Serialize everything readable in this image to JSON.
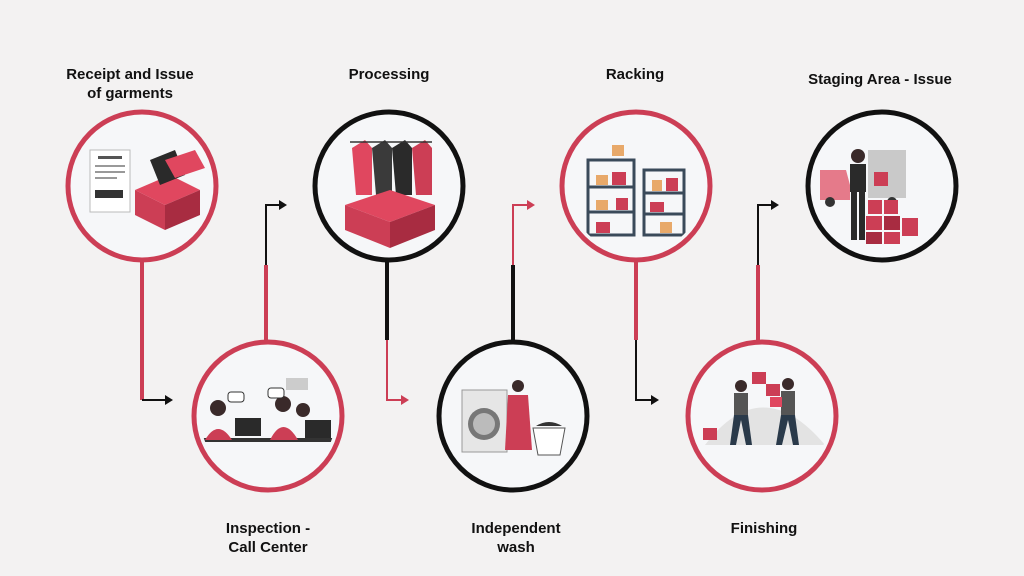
{
  "colors": {
    "red": "#cc3e55",
    "black": "#111111",
    "circle_fill": "#f6f7f9",
    "background": "#f3f2f2"
  },
  "steps": [
    {
      "id": "receipt",
      "label": "Receipt and Issue\nof garments",
      "ring": "red",
      "icon": "receipt-box-icon"
    },
    {
      "id": "inspection",
      "label": "Inspection -\nCall Center",
      "ring": "red",
      "icon": "call-center-icon"
    },
    {
      "id": "processing",
      "label": "Processing",
      "ring": "black",
      "icon": "shirts-box-icon"
    },
    {
      "id": "wash",
      "label": "Independent\nwash",
      "ring": "black",
      "icon": "washing-machine-icon"
    },
    {
      "id": "racking",
      "label": "Racking",
      "ring": "red",
      "icon": "storage-rack-icon"
    },
    {
      "id": "finishing",
      "label": "Finishing",
      "ring": "red",
      "icon": "movers-icon"
    },
    {
      "id": "staging",
      "label": "Staging Area - Issue",
      "ring": "black",
      "icon": "delivery-truck-icon"
    }
  ]
}
